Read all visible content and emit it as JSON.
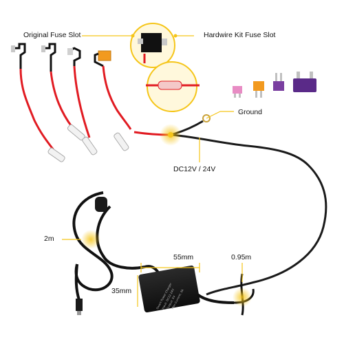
{
  "callouts": {
    "original_fuse_slot": "Original Fuse Slot",
    "hardwire_kit_fuse_slot": "Hardwire Kit Fuse Slot",
    "ground": "Ground",
    "dc_voltage": "DC12V / 24V",
    "cable_length_long": "2m",
    "cable_length_short": "0.95m",
    "box_width": "55mm",
    "box_height": "35mm"
  },
  "converter_box_label": [
    "Smart Power Charger",
    "Input: DC12-24V",
    "Output: 5V",
    "Max Current: 3A"
  ],
  "colors": {
    "callout_highlight": "#f5c518",
    "wire_red": "#e11b22",
    "wire_black": "#1a1a1a",
    "fuse_pink": "#e88cc4",
    "fuse_orange": "#f29a1f",
    "fuse_purple": "#7a3fa0",
    "fuse_dark_purple": "#5a2a88"
  }
}
